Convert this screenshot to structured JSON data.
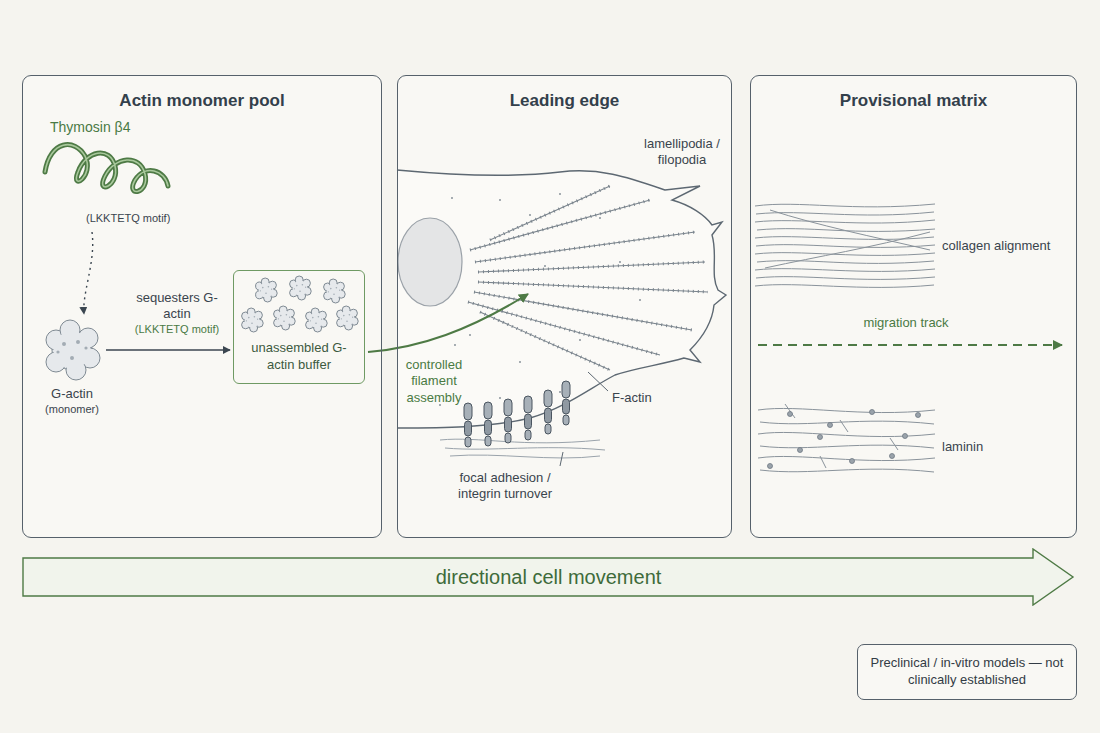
{
  "diagram": {
    "nodes": [
      {
        "text": [
          "Actin monomer pool"
        ]
      },
      {
        "text": [
          "unassembled G-actin buffer"
        ],
        "in": 0
      },
      {
        "text": [
          "Leading edge"
        ]
      },
      {
        "text": [
          "Provisional matrix"
        ]
      },
      {
        "text": [
          "directional cell movement"
        ]
      },
      {
        "text": [
          "Preclinical / in-vitro models — not clinically established"
        ]
      }
    ],
    "labels": [
      "Thymosin β4",
      "(LKKTETQ motif)",
      "sequesters G-actin",
      "(LKKTETQ motif)",
      "G-actin",
      "(monomer)",
      "controlled filament assembly",
      "lamellipodia / filopodia",
      "F-actin",
      "focal adhesion / integrin turnover",
      "collagen alignment",
      "migration track",
      "laminin"
    ]
  }
}
